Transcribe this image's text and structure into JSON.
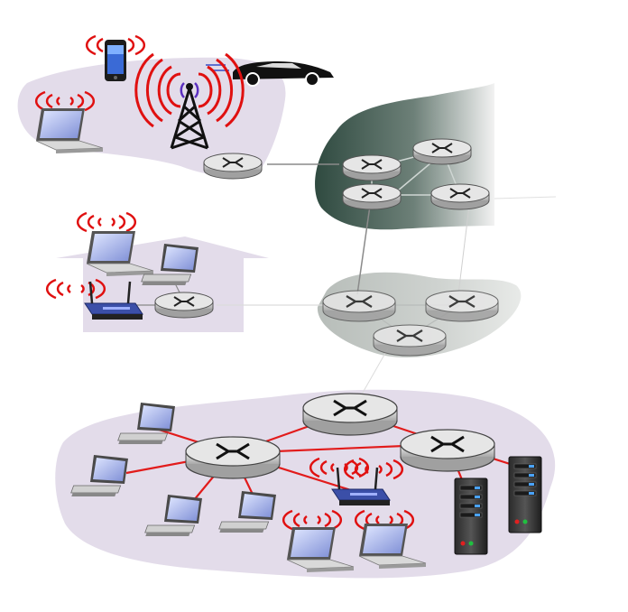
{
  "diagram": {
    "regions": [
      {
        "name": "mobile-network"
      },
      {
        "name": "home-network"
      },
      {
        "name": "isp-network-upper"
      },
      {
        "name": "isp-network-lower"
      },
      {
        "name": "enterprise-network"
      }
    ],
    "colors": {
      "region_fill": "#e3dcea",
      "isp_dark": "#3f5a4f",
      "isp_light": "#c8ccc9",
      "link_red": "#e21b1b",
      "link_gray": "#9a9a9a",
      "wireless_red": "#e01010",
      "router_body": "#c9c9c9",
      "router_top": "#e4e4e4"
    },
    "icons": [
      "smartphone-icon",
      "laptop-icon",
      "cell-tower-icon",
      "car-icon",
      "router-icon",
      "wifi-access-point-icon",
      "desktop-computer-icon",
      "server-icon"
    ]
  }
}
